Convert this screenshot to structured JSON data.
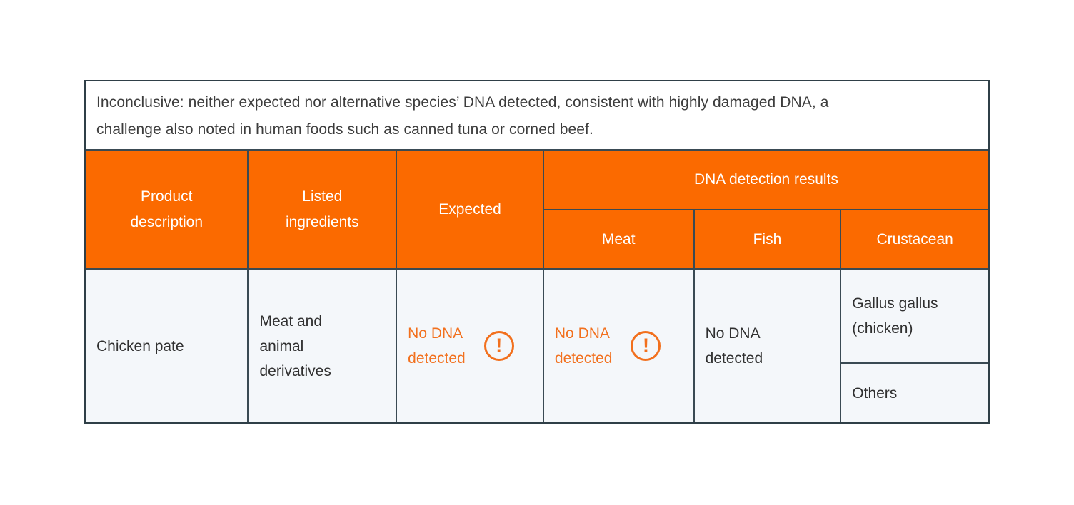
{
  "colors": {
    "header_bg": "#FB6A00",
    "accent": "#F2701D",
    "border": "#3A4A53",
    "border_outer": "#2F3F47",
    "body_bg": "#F4F7FA",
    "note_text": "#3D3D3D",
    "body_text": "#303030",
    "header_text": "#FFFFFF"
  },
  "note": {
    "text": "Inconclusive: neither expected nor alternative species’ DNA detected, consistent with highly damaged DNA, a\nchallenge also noted in human foods such as canned tuna or corned beef."
  },
  "header": {
    "product": "Product\ndescription",
    "listed": "Listed\ningredients",
    "expected": "Expected",
    "dna_group": "DNA detection results",
    "meat": "Meat",
    "fish": "Fish",
    "crustacean": "Crustacean"
  },
  "row": {
    "product": "Chicken pate",
    "listed": "Meat and\nanimal\nderivatives",
    "expected_primary": "Gallus gallus\n(chicken)",
    "expected_secondary": "Others",
    "meat": {
      "text": "No DNA\ndetected",
      "status": "warning",
      "icon": "!"
    },
    "fish": {
      "text": "No DNA\ndetected",
      "status": "warning",
      "icon": "!"
    },
    "crustacean": {
      "text": "No DNA\ndetected",
      "status": "normal"
    }
  }
}
